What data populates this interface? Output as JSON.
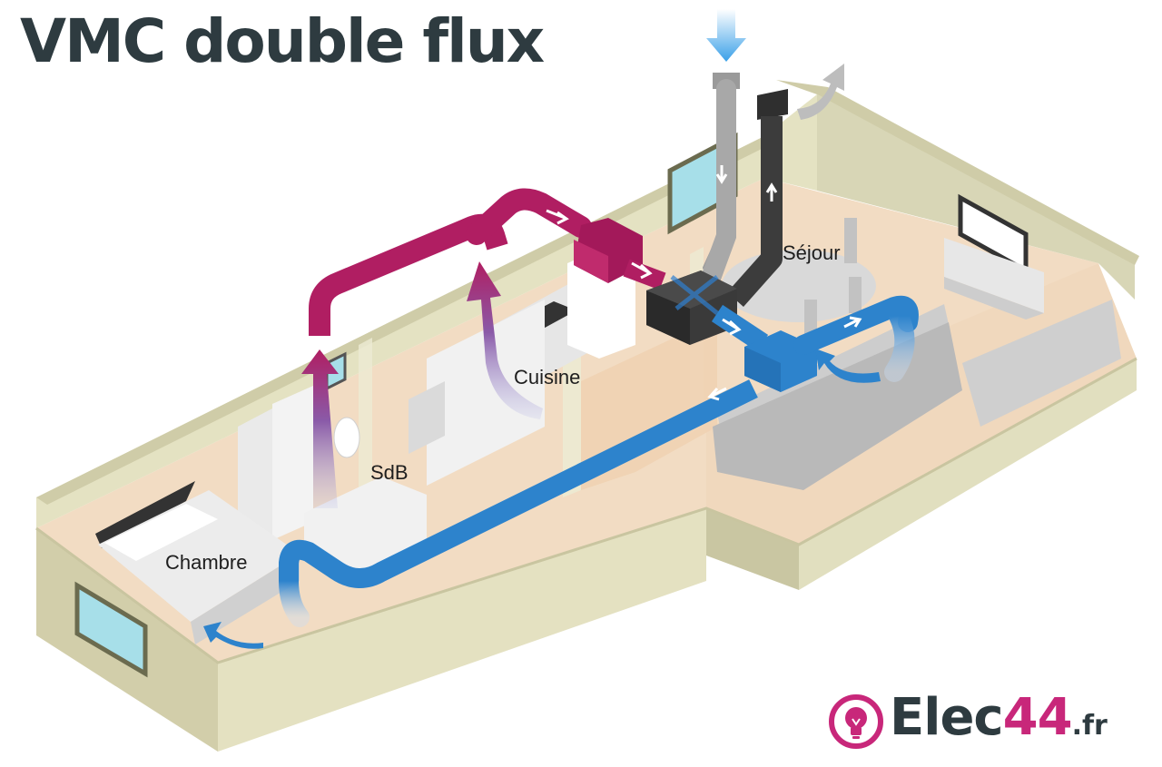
{
  "title": "VMC double flux",
  "rooms": {
    "sejour": "Séjour",
    "cuisine": "Cuisine",
    "sdb": "SdB",
    "chambre": "Chambre"
  },
  "logo": {
    "brand_main": "Elec",
    "brand_accent": "44",
    "tld": ".fr",
    "icon": "lightbulb-icon"
  },
  "colors": {
    "extract_duct": "#b01e62",
    "supply_duct": "#2d83cc",
    "fresh_air_duct": "#a8a8a8",
    "exhaust_duct": "#3c3c3c",
    "floor": "#f2dcc3",
    "wall": "#e3e0bf",
    "title_text": "#2e3b40",
    "logo_accent": "#c8277a"
  }
}
